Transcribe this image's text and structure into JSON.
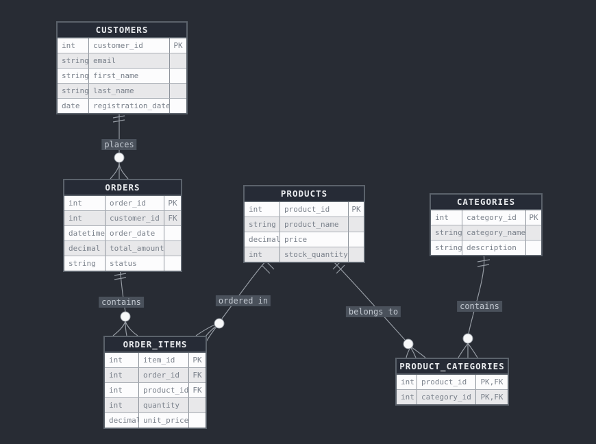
{
  "app": {
    "type": "er-diagram",
    "background": "#282c34"
  },
  "colors": {
    "canvas_bg": "#282c34",
    "table_header_bg": "#262b36",
    "table_header_text": "#e8eaed",
    "table_border": "#5b626b",
    "row_bg": "#fcfcfd",
    "row_alt_bg": "#e8e8ea",
    "row_text": "#7b828c",
    "edge_line": "#969ca4",
    "edge_label_bg": "#4a515b",
    "edge_label_text": "#c3c9d1",
    "cardinality_circle_fill": "#f7f8f9"
  },
  "tables": [
    {
      "title": "CUSTOMERS",
      "rows": [
        {
          "type": "int",
          "name": "customer_id",
          "key": "PK"
        },
        {
          "type": "string",
          "name": "email",
          "key": ""
        },
        {
          "type": "string",
          "name": "first_name",
          "key": ""
        },
        {
          "type": "string",
          "name": "last_name",
          "key": ""
        },
        {
          "type": "date",
          "name": "registration_date",
          "key": ""
        }
      ]
    },
    {
      "title": "ORDERS",
      "rows": [
        {
          "type": "int",
          "name": "order_id",
          "key": "PK"
        },
        {
          "type": "int",
          "name": "customer_id",
          "key": "FK"
        },
        {
          "type": "datetime",
          "name": "order_date",
          "key": ""
        },
        {
          "type": "decimal",
          "name": "total_amount",
          "key": ""
        },
        {
          "type": "string",
          "name": "status",
          "key": ""
        }
      ]
    },
    {
      "title": "PRODUCTS",
      "rows": [
        {
          "type": "int",
          "name": "product_id",
          "key": "PK"
        },
        {
          "type": "string",
          "name": "product_name",
          "key": ""
        },
        {
          "type": "decimal",
          "name": "price",
          "key": ""
        },
        {
          "type": "int",
          "name": "stock_quantity",
          "key": ""
        }
      ]
    },
    {
      "title": "CATEGORIES",
      "rows": [
        {
          "type": "int",
          "name": "category_id",
          "key": "PK"
        },
        {
          "type": "string",
          "name": "category_name",
          "key": ""
        },
        {
          "type": "string",
          "name": "description",
          "key": ""
        }
      ]
    },
    {
      "title": "ORDER_ITEMS",
      "rows": [
        {
          "type": "int",
          "name": "item_id",
          "key": "PK"
        },
        {
          "type": "int",
          "name": "order_id",
          "key": "FK"
        },
        {
          "type": "int",
          "name": "product_id",
          "key": "FK"
        },
        {
          "type": "int",
          "name": "quantity",
          "key": ""
        },
        {
          "type": "decimal",
          "name": "unit_price",
          "key": ""
        }
      ]
    },
    {
      "title": "PRODUCT_CATEGORIES",
      "rows": [
        {
          "type": "int",
          "name": "product_id",
          "key": "PK,FK"
        },
        {
          "type": "int",
          "name": "category_id",
          "key": "PK,FK"
        }
      ]
    }
  ],
  "relationships": [
    {
      "label": "places",
      "from": "CUSTOMERS",
      "to": "ORDERS",
      "cardinality": "one-to-many"
    },
    {
      "label": "contains",
      "from": "ORDERS",
      "to": "ORDER_ITEMS",
      "cardinality": "one-to-many"
    },
    {
      "label": "ordered in",
      "from": "PRODUCTS",
      "to": "ORDER_ITEMS",
      "cardinality": "one-to-many"
    },
    {
      "label": "belongs to",
      "from": "PRODUCTS",
      "to": "PRODUCT_CATEGORIES",
      "cardinality": "one-to-many"
    },
    {
      "label": "contains",
      "from": "CATEGORIES",
      "to": "PRODUCT_CATEGORIES",
      "cardinality": "one-to-many"
    }
  ]
}
